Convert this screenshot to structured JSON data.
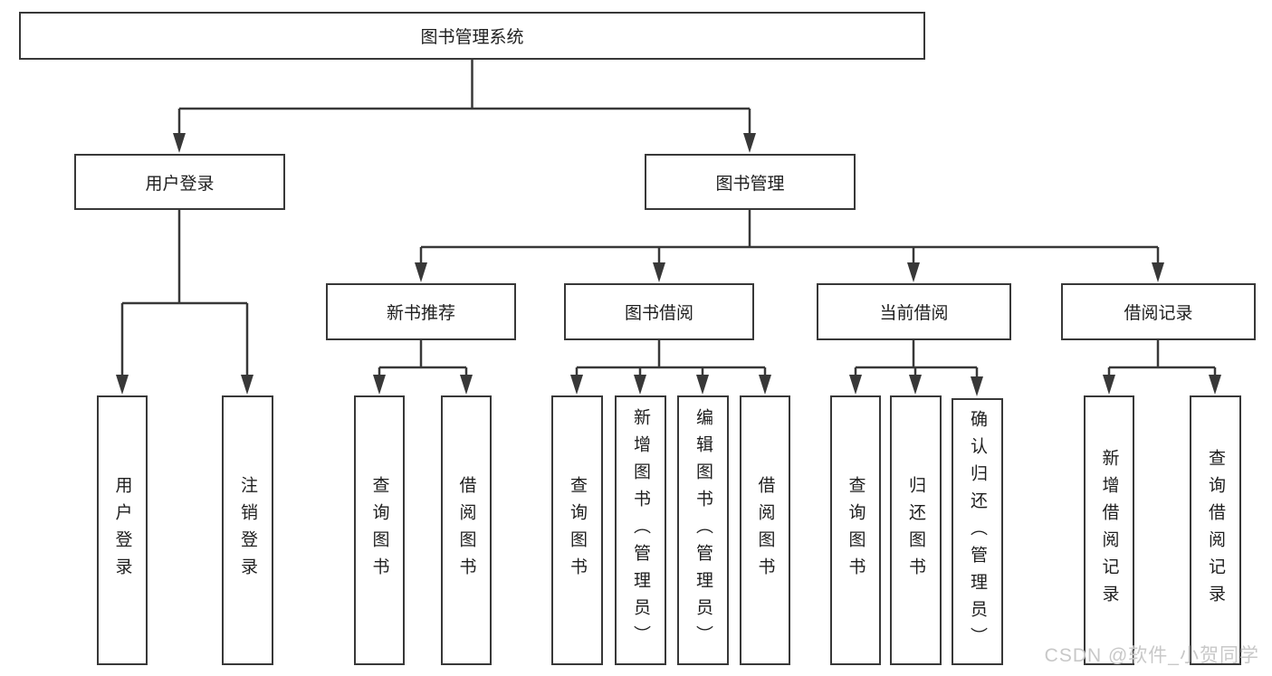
{
  "diagram": {
    "root": {
      "label": "图书管理系统"
    },
    "level2": [
      {
        "label": "用户登录"
      },
      {
        "label": "图书管理"
      }
    ],
    "user_children": [
      "用户登录",
      "注销登录"
    ],
    "modules": [
      {
        "label": "新书推荐",
        "children": [
          "查询图书",
          "借阅图书"
        ]
      },
      {
        "label": "图书借阅",
        "children": [
          "查询图书",
          "新增图书（管理员）",
          "编辑图书（管理员）",
          "借阅图书"
        ]
      },
      {
        "label": "当前借阅",
        "children": [
          "查询图书",
          "归还图书",
          "确认归还（管理员）"
        ]
      },
      {
        "label": "借阅记录",
        "children": [
          "新增借阅记录",
          "查询借阅记录"
        ]
      }
    ]
  },
  "watermark": {
    "text": "CSDN @软件_小贺同学"
  },
  "colors": {
    "line": "#383838",
    "box_border": "#383838",
    "text": "#1e1e1e",
    "watermark": "#c8c8c8",
    "background": "#ffffff"
  }
}
